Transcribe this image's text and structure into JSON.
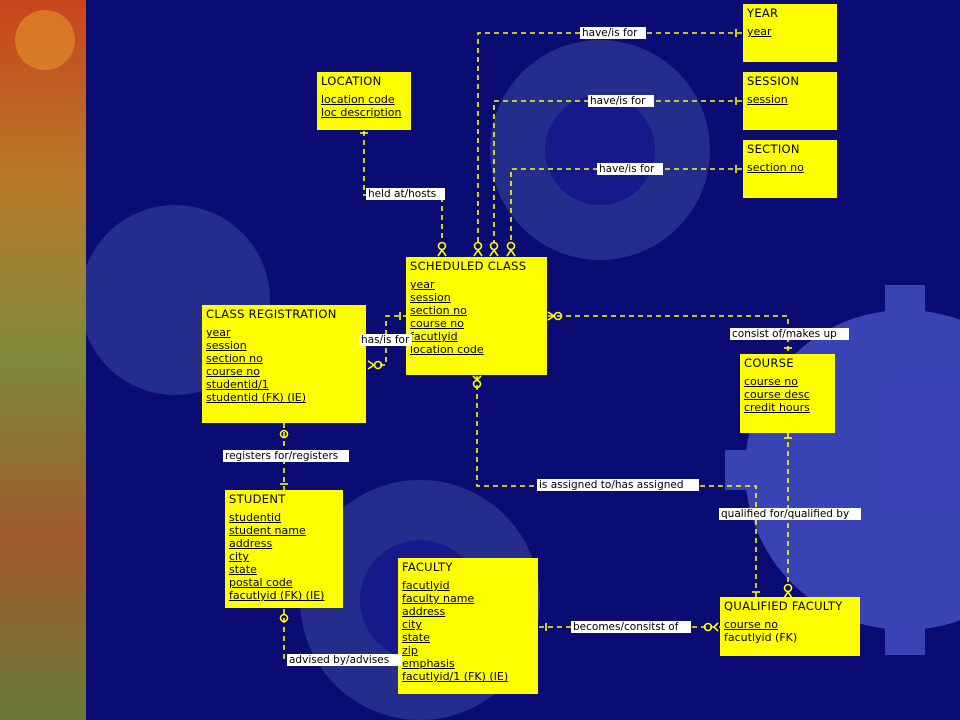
{
  "entities": {
    "year": {
      "title": "YEAR",
      "attrs": [
        "year"
      ]
    },
    "session": {
      "title": "SESSION",
      "attrs": [
        "session"
      ]
    },
    "section": {
      "title": "SECTION",
      "attrs": [
        "section no"
      ]
    },
    "location": {
      "title": "LOCATION",
      "attrs": [
        "location code",
        "loc description"
      ]
    },
    "scheduled_class": {
      "title": "SCHEDULED CLASS",
      "attrs": [
        "year",
        "session",
        "section no",
        "course no",
        "facutlyid",
        "location code"
      ]
    },
    "class_registration": {
      "title": "CLASS REGISTRATION",
      "attrs": [
        "year",
        "session",
        "section no",
        "course no",
        "studentid/1",
        "studentid (FK) (IE)"
      ]
    },
    "course": {
      "title": "COURSE",
      "attrs": [
        "course no",
        "course desc",
        "credit hours"
      ]
    },
    "student": {
      "title": "STUDENT",
      "attrs": [
        "studentid",
        "student name",
        "address",
        "city",
        "state",
        "postal code",
        "facutlyid (FK) (IE)"
      ]
    },
    "faculty": {
      "title": "FACULTY",
      "attrs": [
        "facutlyid",
        "faculty name",
        "address",
        "city",
        "state",
        "zip",
        "emphasis",
        "facutlyid/1 (FK) (IE)"
      ]
    },
    "qualified_faculty": {
      "title": "QUALIFIED FACULTY",
      "attrs": [
        "course no",
        "facutlyid (FK)"
      ]
    }
  },
  "relationships": {
    "year_sched": "have/is for",
    "session_sched": "have/is for",
    "section_sched": "have/is for",
    "location_sched": "held at/hosts",
    "reg_sched": "has/is for",
    "sched_course": "consist of/makes up",
    "reg_student": "registers for/registers",
    "sched_faculty": "is assigned to/has assigned",
    "course_qf": "qualified for/qualified by",
    "faculty_qf": "becomes/consitst of",
    "student_faculty": "advised by/advises"
  },
  "colors": {
    "background": "#0b0b74",
    "entity_fill": "#ffff00",
    "line": "#ffff00",
    "label_fill": "#ffffff",
    "gear": "#3a44b4"
  }
}
